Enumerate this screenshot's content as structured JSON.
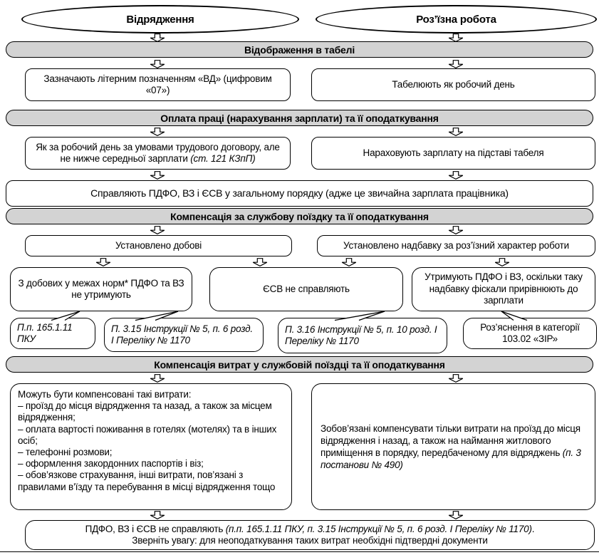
{
  "colors": {
    "bar_fill": "#d3d3d3",
    "line": "#000000",
    "box_fill": "#ffffff"
  },
  "top": {
    "left": "Відрядження",
    "right": "Роз’їзна робота"
  },
  "bars": {
    "tabel": "Відображення в табелі",
    "pay": "Оплата праці (нарахування зарплати) та її оподаткування",
    "trip": "Компенсація за службову поїздку та її оподаткування",
    "expenses": "Компенсація витрат у службовій поїздці та її оподаткування"
  },
  "tabel": {
    "left": "Зазначають літерним позначенням «ВД» (цифровим «07»)",
    "right": "Табелюють як робочий день"
  },
  "pay": {
    "left_text": "Як за робочий день за умовами трудового договору, але не нижче середньої зарплати ",
    "left_ref": "(ст. 121 КЗпП)",
    "right": "Нараховують зарплату на підставі табеля",
    "common": "Справляють ПДФО, ВЗ і ЄСВ у загальному порядку (адже це звичайна зарплата працівника)"
  },
  "trip": {
    "daily": "Установлено добові",
    "allowance": "Установлено надбавку за роз’їзний характер роботи",
    "no_tax_daily": "З добових у межах норм* ПДФО та ВЗ не утримують",
    "no_esv": "ЄСВ не справляють",
    "withhold": "Утримують ПДФО і ВЗ, оскільки таку надбавку фіскали прирівнюють до зарплати",
    "ref_pku": "П.п. 165.1.11 ПКУ",
    "ref_instr_p6": "П. 3.15 Інструкції № 5, п. 6 розд. І Переліку № 1170",
    "ref_instr_p10": "П. 3.16 Інструкції № 5, п. 10 розд. І Переліку № 1170",
    "ref_zir": "Роз’яснення в категорії 103.02 «ЗІР»"
  },
  "expenses": {
    "left_lines": [
      "Можуть бути компенсовані такі витрати:",
      "– проїзд до місця відрядження та назад, а також за місцем відрядження;",
      "– оплата вартості поживання в готелях (мотелях) та в інших осіб;",
      "– телефонні розмови;",
      "– оформлення закордонних паспортів і віз;",
      "– обов’язкове страхування, інші витрати, пов’язані з правилами в’їзду та перебування в місці відрядження тощо"
    ],
    "right_text": "Зобов’язані компенсувати тільки витрати на проїзд до місця відрядження і назад, а також на наймання житлового приміщення в порядку, передбаченому для відряджень ",
    "right_ref": "(п. 3 постанови № 490)"
  },
  "footer": {
    "text": "ПДФО, ВЗ і ЄСВ не справляють ",
    "ref": "(п.п. 165.1.11 ПКУ, п. 3.15 Інструкції № 5, п. 6 розд. І Переліку № 1170)",
    "period": ".",
    "note": "Зверніть увагу: для неоподаткування таких витрат необхідні підтвердні документи"
  }
}
